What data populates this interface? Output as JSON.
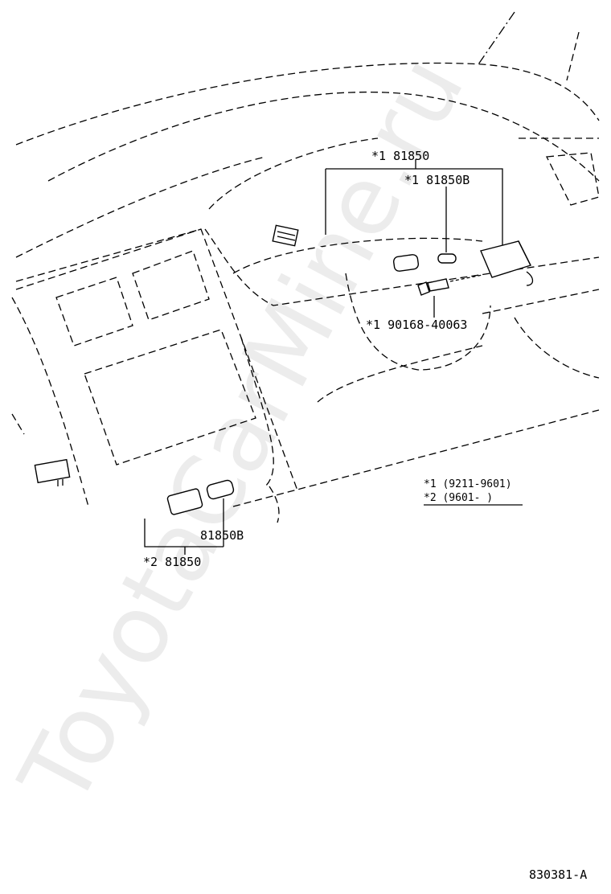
{
  "watermark": "ToyotaCarMine.ru",
  "labels": {
    "part_upper_harness": "*1 81850",
    "part_upper_bulb": "*1 81850B",
    "part_screw": "*1  90168-40063",
    "part_lower_bulb": "81850B",
    "part_lower_harness": "*2 81850"
  },
  "legend": {
    "line1": "*1 (9211-9601)",
    "line2": "*2 (9601-      )"
  },
  "diagram_id": "830381-A"
}
